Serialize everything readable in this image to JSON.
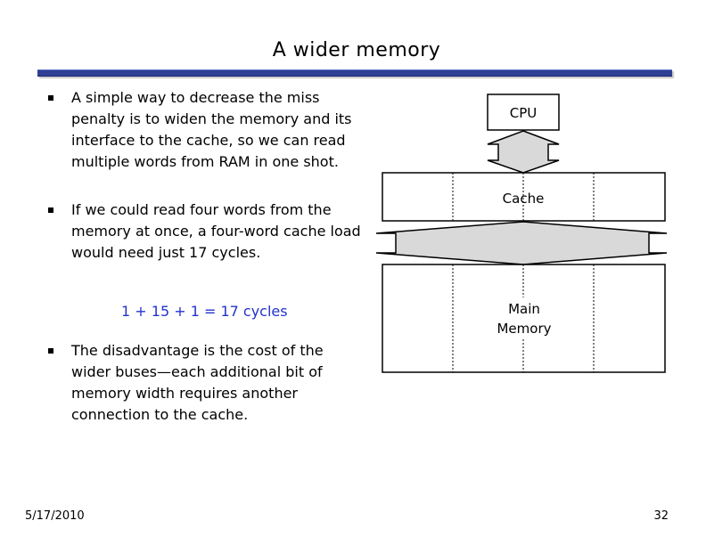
{
  "slide": {
    "title": "A wider memory",
    "bullets": [
      "A simple way to decrease the miss penalty is to widen the memory and its interface to the cache, so we can read multiple words from RAM in one shot.",
      "If we could read four words from the memory at once, a four-word cache load would need just 17 cycles.",
      "The disadvantage is the cost of the wider buses—each additional bit of memory width requires another connection to the cache."
    ],
    "formula": "1 + 15 + 1 = 17 cycles",
    "formula_color": "#2233cc",
    "accent_rule_color": "#2f3f96"
  },
  "diagram": {
    "cpu_label": "CPU",
    "cache_label": "Cache",
    "memory_label_line1": "Main",
    "memory_label_line2": "Memory"
  },
  "footer": {
    "date": "5/17/2010",
    "page_number": "32"
  }
}
